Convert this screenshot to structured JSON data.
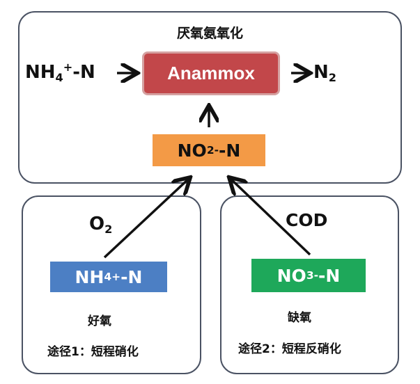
{
  "anaerobic_title": "厌氧氨氧化",
  "nh4_top": {
    "base": "NH",
    "sub": "4",
    "sup": "+",
    "suffix": "-N"
  },
  "anammox_label": "Anammox",
  "n2": {
    "base": "N",
    "sub": "2"
  },
  "no2": {
    "base": "NO",
    "sub": "2",
    "sup": "-",
    "suffix": "-N"
  },
  "o2": {
    "base": "O",
    "sub": "2"
  },
  "cod_label": "COD",
  "nh4_box": {
    "base": "NH",
    "sub": "4",
    "sup": "+",
    "suffix": "-N"
  },
  "no3": {
    "base": "NO",
    "sub": "3",
    "sup": "-",
    "suffix": "-N"
  },
  "aerobic_label": "好氧",
  "anoxic_label": "缺氧",
  "route1_label": "途径1：短程硝化",
  "route2_label": "途径2：短程反硝化",
  "colors": {
    "anammox_fill": "#c2474a",
    "no2_fill": "#f39a46",
    "nh4_fill": "#4c7fc4",
    "no3_fill": "#1ea85a",
    "panel_border": "#4a5263"
  }
}
